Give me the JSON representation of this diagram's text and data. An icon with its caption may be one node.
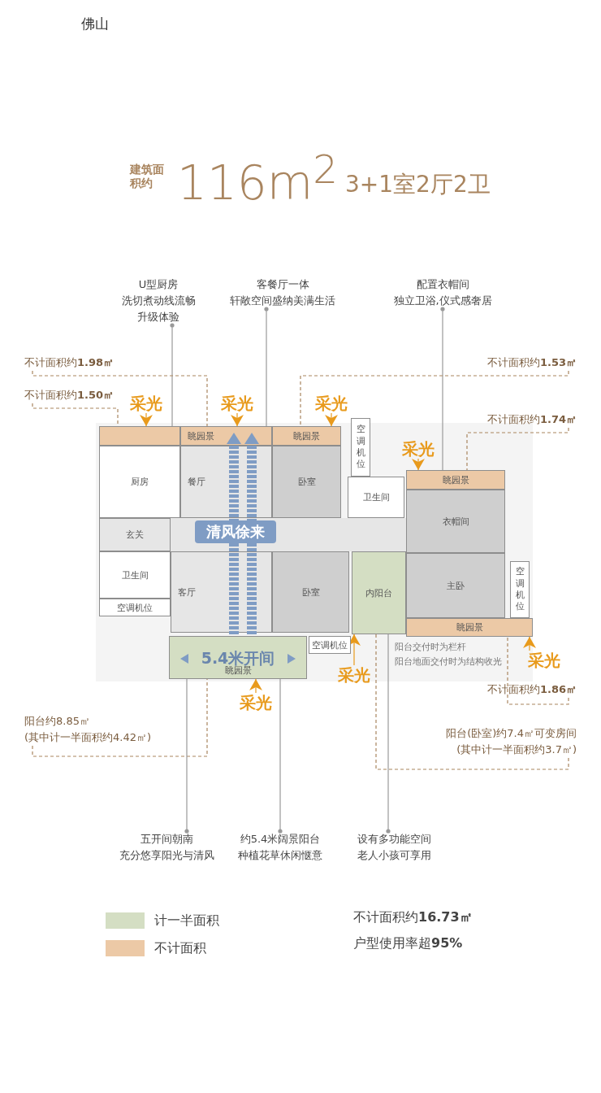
{
  "diagram": {
    "nodes": [
      {
        "text": [
          "U型厨房",
          "洗切煮动线流畅",
          "升级体验"
        ]
      },
      {
        "text": [
          "客餐厅一体",
          "轩敞空间盛纳美满生活"
        ]
      },
      {
        "text": [
          "配置衣帽间",
          "独立卫浴,仪式感奢居"
        ]
      },
      {
        "text": [
          "不计面积约**1.98㎡**"
        ]
      },
      {
        "text": [
          "不计面积约**1.50㎡**"
        ]
      },
      {
        "text": [
          "不计面积约**1.53㎡**"
        ]
      },
      {
        "text": [
          "不计面积约**1.74㎡**"
        ]
      },
      {
        "text": [],
        "shape": "bar"
      },
      {
        "text": [
          "眺园景"
        ]
      },
      {
        "text": [
          "眺园景"
        ]
      },
      {
        "text": [
          "厨房"
        ]
      },
      {
        "text": [
          "餐厅"
        ]
      },
      {
        "text": [
          "卧室"
        ]
      },
      {
        "text": [
          "空调机位"
        ]
      },
      {
        "text": [
          "卫生间"
        ]
      },
      {
        "text": [
          "眺园景"
        ]
      },
      {
        "text": [
          "衣帽间"
        ]
      },
      {
        "text": [
          "玄关"
        ]
      },
      {
        "text": [
          "卫生间"
        ]
      },
      {
        "text": [
          "客厅"
        ]
      },
      {
        "text": [
          "卧室"
        ]
      },
      {
        "text": [
          "内阳台"
        ]
      },
      {
        "text": [
          "主卧"
        ]
      },
      {
        "text": [
          "空调机位"
        ]
      },
      {
        "text": [
          "空调机位"
        ]
      },
      {
        "text": [
          "眺园景"
        ]
      },
      {
        "text": [
          "空调机位"
        ]
      },
      {
        "text": [
          "眺园景"
        ]
      },
      {
        "text": [
          "不计面积约**1.86㎡**"
        ]
      },
      {
        "text": [
          "阳台约8.85㎡",
          "(其中计一半面积约4.42㎡)"
        ]
      },
      {
        "text": [
          "阳台(卧室)约7.4㎡可变房间",
          "(其中计一半面积约3.7㎡)"
        ]
      },
      {
        "text": [
          "五开间朝南",
          "充分悠享阳光与清风"
        ]
      },
      {
        "text": [
          "约5.4米阔景阳台",
          "种植花草休闲惬意"
        ]
      },
      {
        "text": [
          "设有多功能空间",
          "老人小孩可享用"
        ]
      },
      {
        "text": [
          "采光"
        ]
      },
      {
        "text": [
          "采光"
        ]
      },
      {
        "text": [
          "采光"
        ]
      },
      {
        "text": [
          "采光"
        ]
      },
      {
        "text": [
          "采光"
        ]
      },
      {
        "text": [
          "采光"
        ]
      },
      {
        "text": [
          "采光"
        ]
      }
    ],
    "edges": [
      {
        "from": 0,
        "to": 7,
        "arrow": "other",
        "color": "#999999"
      },
      {
        "from": 1,
        "to": 8,
        "arrow": "other",
        "color": "#999999"
      },
      {
        "from": 2,
        "to": 15,
        "arrow": "other",
        "color": "#999999"
      },
      {
        "from": 3,
        "to": 8,
        "arrow": "none",
        "style": "dashed"
      },
      {
        "from": 4,
        "to": 7,
        "arrow": "none",
        "style": "dashed"
      },
      {
        "from": 5,
        "to": 9,
        "arrow": "none",
        "style": "dashed"
      },
      {
        "from": 6,
        "to": 15,
        "arrow": "none",
        "style": "dashed"
      },
      {
        "from": 28,
        "to": 25,
        "arrow": "none",
        "style": "dashed"
      },
      {
        "from": 29,
        "to": 27,
        "arrow": "none",
        "style": "dashed"
      },
      {
        "from": 30,
        "to": 21,
        "arrow": "none",
        "style": "dashed"
      },
      {
        "from": 31,
        "to": 27,
        "arrow": "other",
        "color": "#999999"
      },
      {
        "from": 32,
        "to": 27,
        "arrow": "other",
        "color": "#999999"
      },
      {
        "from": 33,
        "to": 21,
        "arrow": "other",
        "color": "#999999"
      },
      {
        "from": 34,
        "to": 7,
        "arrow": "to",
        "color": "#e89a1c"
      },
      {
        "from": 35,
        "to": 8,
        "arrow": "to",
        "color": "#e89a1c"
      },
      {
        "from": 36,
        "to": 9,
        "arrow": "to",
        "color": "#e89a1c"
      },
      {
        "from": 37,
        "to": 15,
        "arrow": "to",
        "color": "#e89a1c"
      },
      {
        "from": 38,
        "to": 25,
        "arrow": "to",
        "color": "#e89a1c"
      },
      {
        "from": 39,
        "to": 21,
        "arrow": "to",
        "color": "#e89a1c"
      },
      {
        "from": 40,
        "to": 27,
        "arrow": "to",
        "color": "#e89a1c"
      }
    ],
    "labels": [
      "佛山",
      "建筑面积约",
      "116m$^{2}$",
      "3+1室2厅2卫",
      "清风徐来",
      "5.4米开间",
      "阳台交付时为栏杆",
      "阳台地面交付时为结构收光",
      "不计面积约**16.73㎡**",
      "户型使用率超**95%**"
    ],
    "legend": [
      {
        "text": "计一半面积",
        "color": "#d4dec3"
      },
      {
        "text": "不计面积",
        "color": "#ecc9a6"
      }
    ]
  }
}
